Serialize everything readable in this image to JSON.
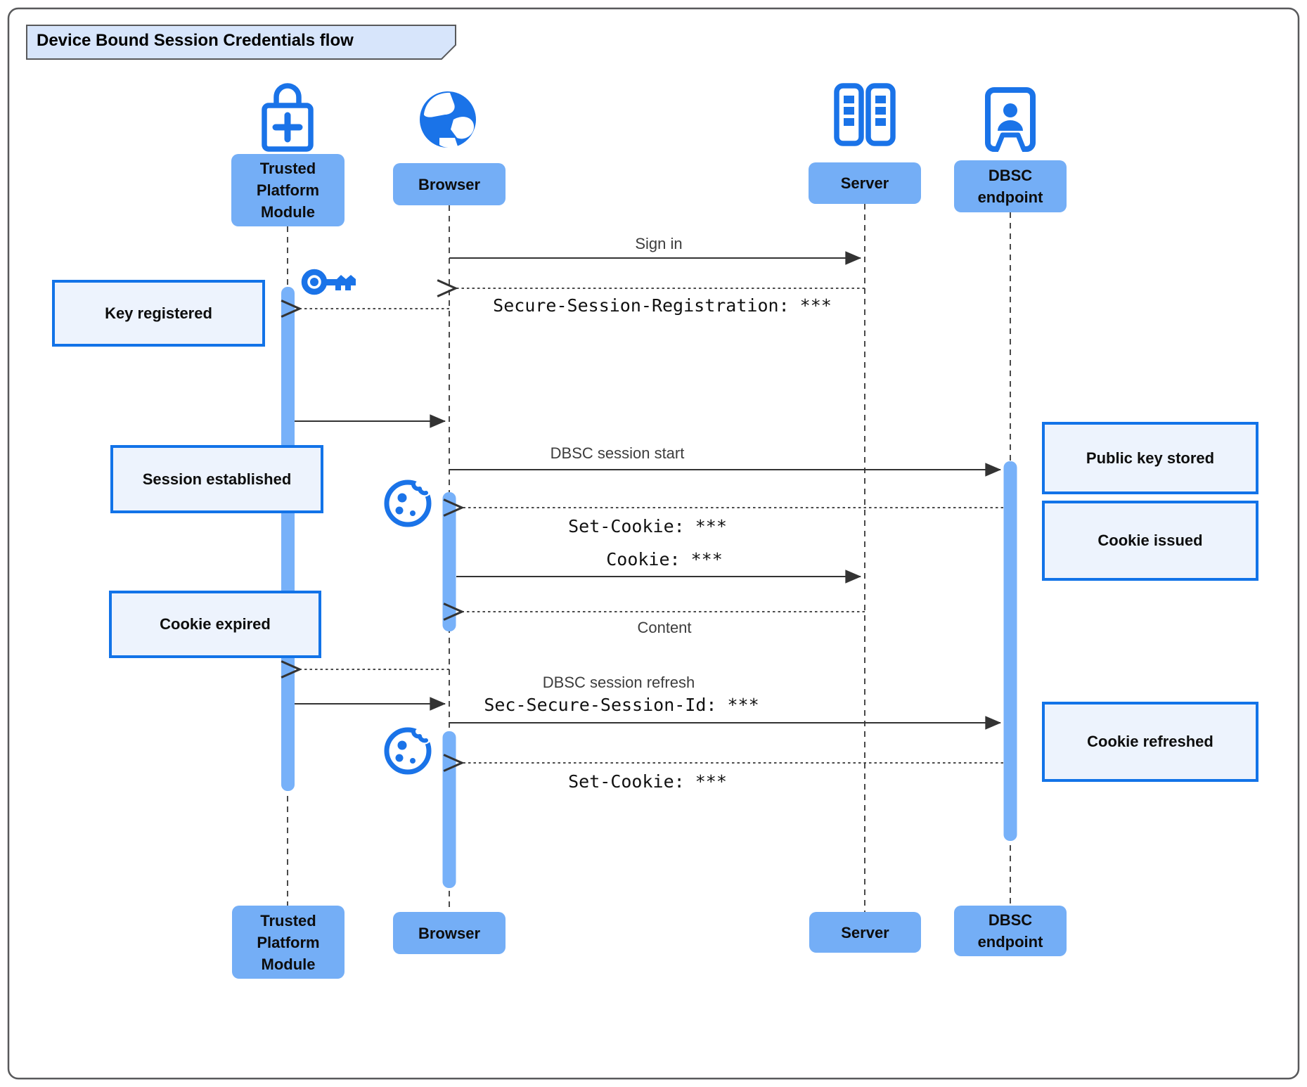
{
  "title": "Device Bound Session Credentials flow",
  "participants": {
    "tpm": {
      "label": "Trusted Platform Module",
      "icon": "lock-icon"
    },
    "browser": {
      "label": "Browser",
      "icon": "globe-icon"
    },
    "server": {
      "label": "Server",
      "icon": "server-racks-icon"
    },
    "dbsc": {
      "label": "DBSC endpoint",
      "icon": "person-frame-icon"
    }
  },
  "messages": {
    "sign_in": "Sign in",
    "secure_session_registration": "Secure-Session-Registration: ***",
    "dbsc_session_start": "DBSC session start",
    "set_cookie_1": "Set-Cookie: ***",
    "cookie": "Cookie: ***",
    "content": "Content",
    "dbsc_session_refresh": "DBSC session refresh",
    "sec_secure_session_id": "Sec-Secure-Session-Id: ***",
    "set_cookie_2": "Set-Cookie: ***"
  },
  "notes": {
    "key_registered": "Key registered",
    "public_key_stored": "Public key stored",
    "session_established": "Session established",
    "cookie_issued": "Cookie issued",
    "cookie_expired": "Cookie expired",
    "cookie_refreshed": "Cookie refreshed"
  },
  "icons": [
    "lock-icon",
    "globe-icon",
    "server-racks-icon",
    "person-frame-icon",
    "key-icon",
    "cookie-icon"
  ],
  "colors": {
    "icon_blue": "#1a73e8",
    "participant_fill": "#74aef6",
    "activation_bar_fill": "#77b1f9",
    "note_fill": "#edf3fd",
    "note_border": "#1273e8",
    "title_tab_fill": "#d7e5fb",
    "frame_stroke": "#58595b",
    "arrow": "#333333"
  }
}
